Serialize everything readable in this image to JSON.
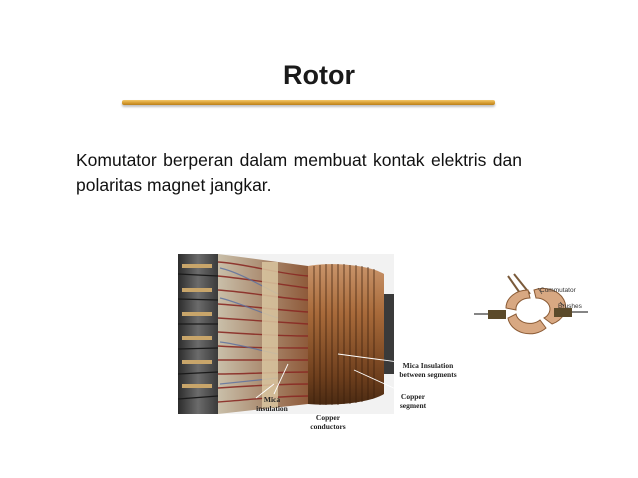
{
  "slide": {
    "title": "Rotor",
    "body": "Komutator berperan dalam membuat kontak elektris dan polaritas magnet jangkar."
  },
  "photo": {
    "label_mica_segments": "Mica Insulation between segments",
    "label_copper_segment": "Copper segment",
    "label_mica_insulation": "Mica insulation",
    "label_copper_conductors": "Copper conductors"
  },
  "diagram": {
    "label_commutator": "Commutator",
    "label_brushes": "Brushes"
  },
  "colors": {
    "accent_rule": "#d59b2e",
    "copper": "#a86a3a",
    "brush": "#5b4a2a"
  }
}
